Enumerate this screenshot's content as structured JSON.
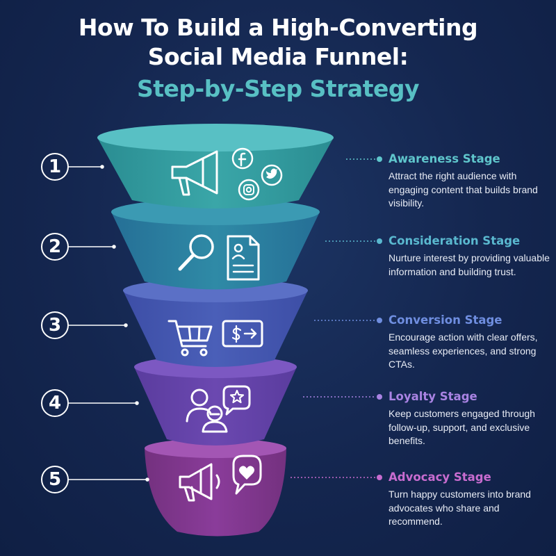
{
  "title": {
    "line1": "How To Build a High-Converting",
    "line2": "Social Media Funnel:",
    "line3": "Step-by-Step Strategy"
  },
  "colors": {
    "background": "#14264f",
    "accent_title": "#58c0c4",
    "stage1": "#3aa6a8",
    "stage2": "#2f8aa6",
    "stage3": "#4a5fb8",
    "stage4": "#6b48b0",
    "stage5": "#8a3c9a"
  },
  "stages": [
    {
      "number": "1",
      "title": "Awareness Stage",
      "description": "Attract the right audience with engaging content that builds brand visibility.",
      "title_color": "#5fc6cc",
      "icons": [
        "megaphone-icon",
        "facebook-icon",
        "twitter-icon",
        "instagram-icon"
      ]
    },
    {
      "number": "2",
      "title": "Consideration Stage",
      "description": "Nurture interest by providing valuable information and building trust.",
      "title_color": "#5ab8cf",
      "icons": [
        "magnifier-icon",
        "document-profile-icon"
      ]
    },
    {
      "number": "3",
      "title": "Conversion Stage",
      "description": "Encourage action with clear offers, seamless experiences, and strong CTAs.",
      "title_color": "#6f8ee0",
      "icons": [
        "shopping-cart-icon",
        "payment-arrow-icon"
      ]
    },
    {
      "number": "4",
      "title": "Loyalty Stage",
      "description": "Keep customers engaged through follow-up, support, and exclusive benefits.",
      "title_color": "#a983e3",
      "icons": [
        "users-icon",
        "star-bubble-icon"
      ]
    },
    {
      "number": "5",
      "title": "Advocacy Stage",
      "description": "Turn happy customers into brand advocates who share and recommend.",
      "title_color": "#c86ccf",
      "icons": [
        "megaphone-icon",
        "heart-bubble-icon"
      ]
    }
  ]
}
